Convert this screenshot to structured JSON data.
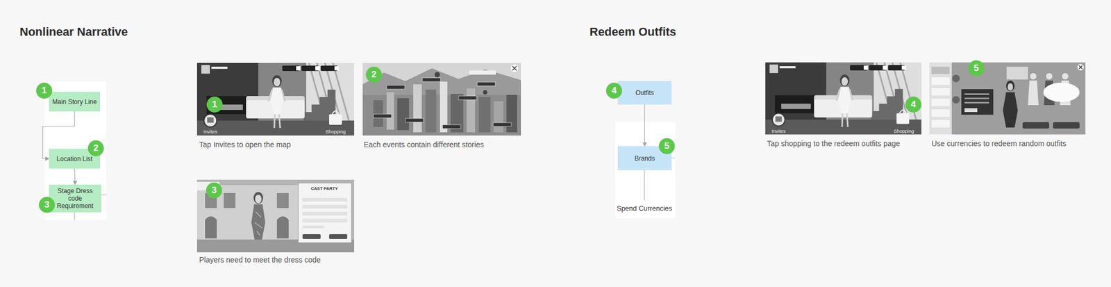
{
  "diagram": {
    "title": "Nonlinear Narrative",
    "nodes": [
      {
        "text": [
          "Main Story Line"
        ]
      },
      {
        "text": [
          "Location List"
        ]
      },
      {
        "text": [
          "Stage Dress code Requirement"
        ]
      },
      {
        "text": [
          "Outfits"
        ]
      },
      {
        "text": [
          "Brands"
        ]
      }
    ],
    "edges": [
      {
        "from": 0,
        "to": 1,
        "arrow": "to"
      },
      {
        "from": 1,
        "to": 2,
        "arrow": "to"
      },
      {
        "from": 3,
        "to": 4,
        "arrow": "to"
      }
    ],
    "labels": [
      "1",
      "2",
      "3",
      "1",
      "Tap Invites to open the map",
      "2",
      "Each events contain different stories",
      "3",
      "Players need to meet the dress code",
      "4",
      "5",
      "Spend Currencies",
      "4",
      "Tap shopping to the redeem outfits page",
      "5",
      "Use currencies to redeem random outfits",
      "Invites",
      "Shopping",
      "Invites",
      "Shopping",
      "Redeem Outfits",
      "CAST PARTY"
    ]
  }
}
